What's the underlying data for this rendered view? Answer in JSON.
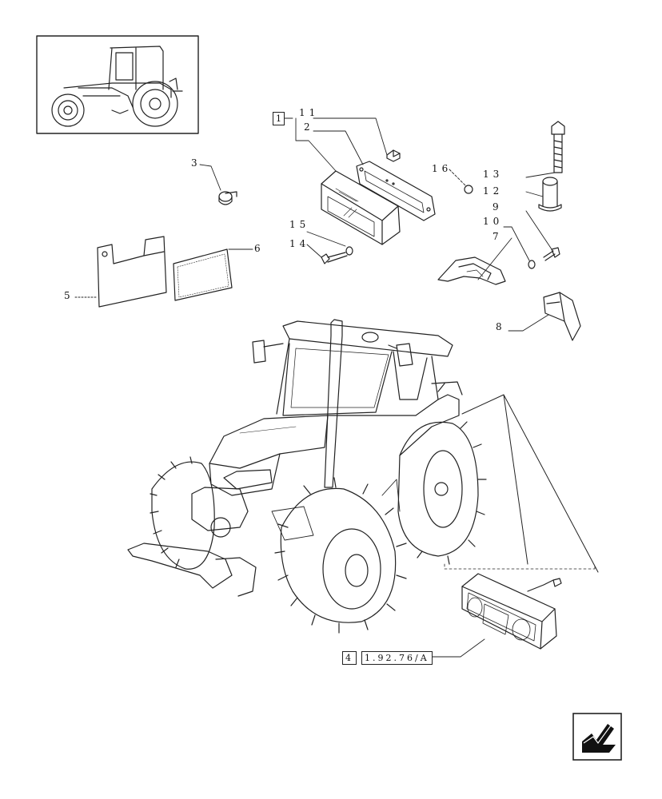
{
  "callouts": {
    "n1": "1",
    "n2": "2",
    "n3": "3",
    "n5": "5",
    "n6": "6",
    "n7": "7",
    "n8": "8",
    "n9": "9",
    "n10": "10",
    "n11": "11",
    "n12": "12",
    "n13": "13",
    "n14": "14",
    "n15": "15",
    "n16": "16"
  },
  "reference": {
    "qty": "4",
    "code": "1.92.76/A"
  },
  "icons": {
    "thumbnail": "tractor-thumbnail-icon",
    "nav": "back-arrow-icon"
  }
}
